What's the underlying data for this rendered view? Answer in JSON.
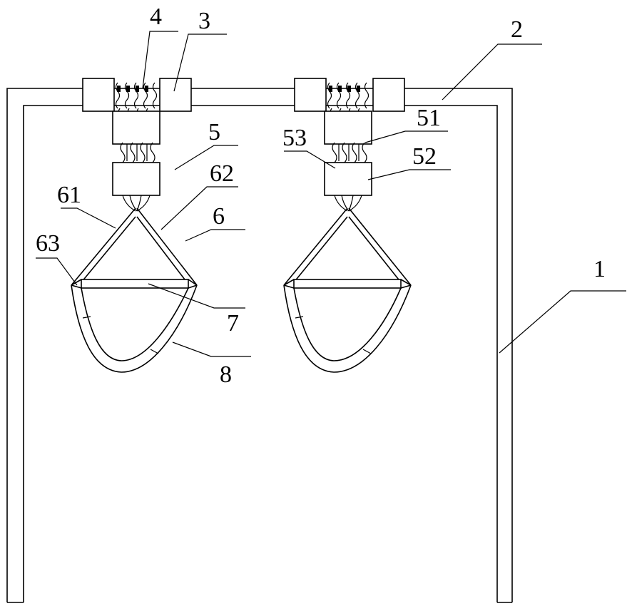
{
  "labels": {
    "l1": "1",
    "l2": "2",
    "l3": "3",
    "l4": "4",
    "l5": "5",
    "l6": "6",
    "l7": "7",
    "l8": "8",
    "l51": "51",
    "l52": "52",
    "l53": "53",
    "l61": "61",
    "l62": "62",
    "l63": "63"
  }
}
